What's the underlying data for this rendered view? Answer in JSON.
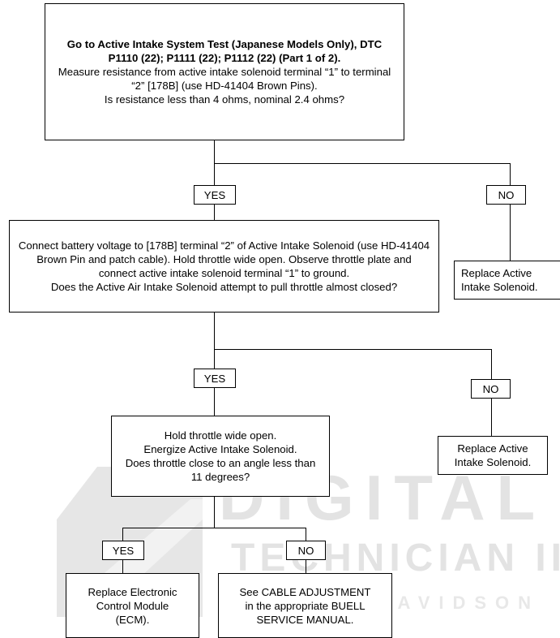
{
  "box1": {
    "title": "Go to Active Intake System Test (Japanese Models Only), DTC P1110 (22); P1111 (22); P1112 (22) (Part 1 of 2).",
    "line1": "Measure resistance from active intake solenoid terminal “1” to terminal “2” [178B] (use HD-41404 Brown Pins).",
    "question": "Is resistance less than 4 ohms, nominal 2.4 ohms?"
  },
  "yes1": "YES",
  "no1": "NO",
  "box2": {
    "line1": "Connect battery voltage to [178B] terminal “2” of Active Intake Solenoid (use HD-41404 Brown Pin and patch cable). Hold throttle wide open. Observe throttle plate and connect active intake solenoid terminal “1” to ground.",
    "question": "Does the Active Air Intake Solenoid attempt to pull throttle almost closed?"
  },
  "no1_result": {
    "line1": "Replace Active",
    "line2": "Intake Solenoid."
  },
  "yes2": "YES",
  "no2": "NO",
  "box3": {
    "line1": "Hold throttle wide open.",
    "line2": "Energize Active Intake Solenoid.",
    "question": "Does throttle close to an angle less than 11 degrees?"
  },
  "no2_result": {
    "line1": "Replace Active",
    "line2": "Intake Solenoid."
  },
  "yes3": "YES",
  "no3": "NO",
  "yes3_result": {
    "line1": "Replace Electronic",
    "line2": "Control Module",
    "line3": "(ECM)."
  },
  "no3_result": {
    "line1": "See CABLE ADJUSTMENT",
    "line2": "in the appropriate BUELL",
    "line3": "SERVICE MANUAL."
  },
  "watermark": {
    "line1": "DIGITAL",
    "line2": "TECHNICIAN II",
    "line3": "HARLEY-DAVIDSON"
  }
}
